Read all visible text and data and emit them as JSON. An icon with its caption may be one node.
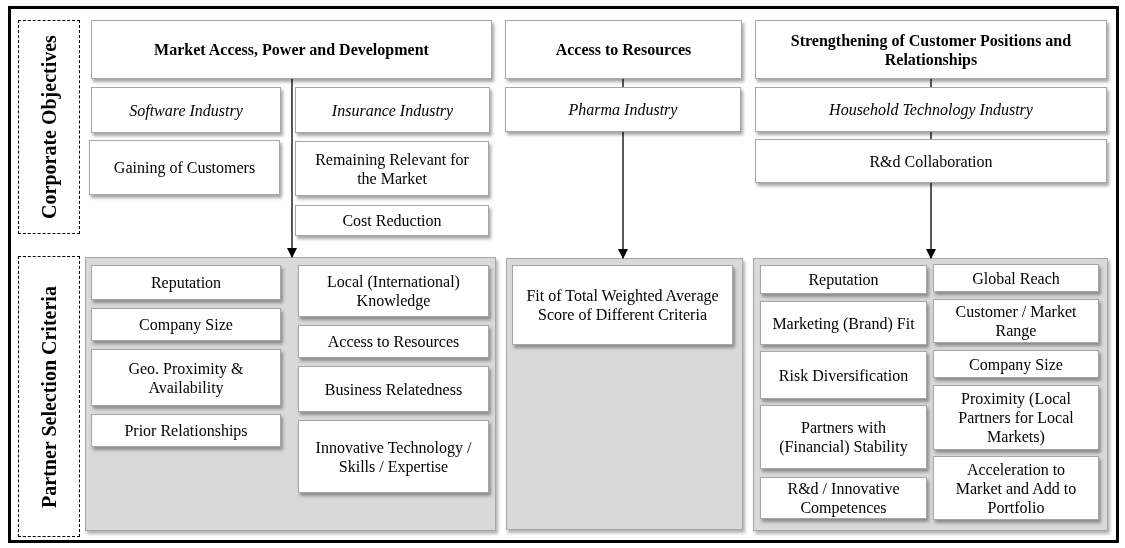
{
  "diagram": {
    "nodes": [
      {
        "text": [
          "Corporate Objectives"
        ]
      },
      {
        "text": [
          "Market Access, Power and Development"
        ]
      },
      {
        "text": [
          "Access to Resources"
        ]
      },
      {
        "text": [
          "Strengthening of Customer Positions and Relationships"
        ]
      },
      {
        "text": [
          "Software Industry"
        ]
      },
      {
        "text": [
          "Insurance Industry"
        ]
      },
      {
        "text": [
          "Pharma Industry"
        ]
      },
      {
        "text": [
          "Household Technology Industry"
        ]
      },
      {
        "text": [
          "Gaining of Customers"
        ]
      },
      {
        "text": [
          "Remaining Relevant for the Market"
        ]
      },
      {
        "text": [
          "R&d Collaboration"
        ]
      },
      {
        "text": [
          "Cost Reduction"
        ]
      },
      {
        "text": [
          "Partner Selection Criteria"
        ]
      },
      {
        "text": [],
        "shape": "box"
      },
      {
        "text": [
          "Reputation"
        ],
        "in": 13
      },
      {
        "text": [
          "Local (International) Knowledge"
        ],
        "in": 13
      },
      {
        "text": [
          "Company Size"
        ],
        "in": 13
      },
      {
        "text": [
          "Access to Resources"
        ],
        "in": 13
      },
      {
        "text": [
          "Geo. Proximity & Availability"
        ],
        "in": 13
      },
      {
        "text": [
          "Business Relatedness"
        ],
        "in": 13
      },
      {
        "text": [
          "Prior Relationships"
        ],
        "in": 13
      },
      {
        "text": [
          "Innovative Technology / Skills / Expertise"
        ],
        "in": 13
      },
      {
        "text": [],
        "shape": "box"
      },
      {
        "text": [
          "Fit of Total Weighted Average Score of Different Criteria"
        ],
        "in": 22
      },
      {
        "text": [],
        "shape": "box"
      },
      {
        "text": [
          "Reputation"
        ],
        "in": 24
      },
      {
        "text": [
          "Global Reach"
        ],
        "in": 24
      },
      {
        "text": [
          "Marketing (Brand) Fit"
        ],
        "in": 24
      },
      {
        "text": [
          "Customer / Market Range"
        ],
        "in": 24
      },
      {
        "text": [
          "Risk Diversification"
        ],
        "in": 24
      },
      {
        "text": [
          "Company Size"
        ],
        "in": 24
      },
      {
        "text": [
          "Partners with (Financial) Stability"
        ],
        "in": 24
      },
      {
        "text": [
          "Proximity (Local Partners for Local Markets)"
        ],
        "in": 24
      },
      {
        "text": [
          "R&d / Innovative Competences"
        ],
        "in": 24
      },
      {
        "text": [
          "Acceleration to Market and Add to Portfolio"
        ],
        "in": 24
      }
    ],
    "edges": [
      {
        "from": 1,
        "to": 13,
        "arrow": "to"
      },
      {
        "from": 2,
        "to": 6,
        "arrow": "none"
      },
      {
        "from": 6,
        "to": 22,
        "arrow": "to"
      },
      {
        "from": 3,
        "to": 7,
        "arrow": "none"
      },
      {
        "from": 7,
        "to": 10,
        "arrow": "none"
      },
      {
        "from": 10,
        "to": 24,
        "arrow": "to"
      }
    ]
  }
}
